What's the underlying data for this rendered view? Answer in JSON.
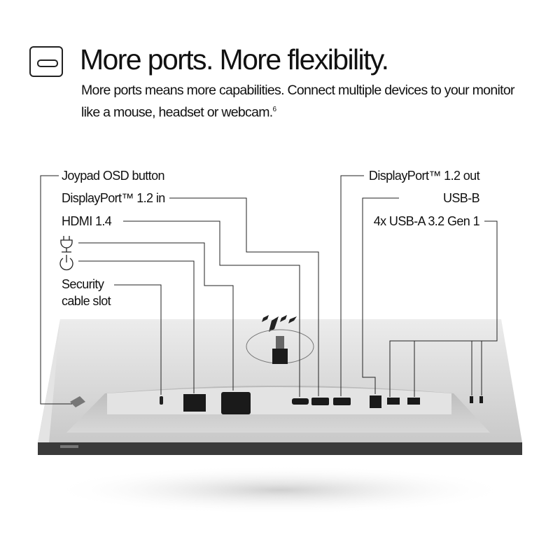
{
  "header": {
    "icon": "usb-c-port-icon",
    "title": "More ports. More flexibility.",
    "subtitle": "More ports means more capabilities. Connect multiple devices to your monitor like a mouse, headset or webcam.",
    "footnote": "6"
  },
  "labels": {
    "joypad": "Joypad OSD button",
    "dp_in": "DisplayPort™ 1.2 in",
    "hdmi": "HDMI 1.4",
    "power_input_icon": "power-plug-icon",
    "power_button_icon": "power-button-icon",
    "security_line1": "Security",
    "security_line2": "cable slot",
    "dp_out": "DisplayPort™ 1.2 out",
    "usb_b": "USB-B",
    "usb_a": "4x USB-A 3.2 Gen 1"
  },
  "colors": {
    "text": "#111111",
    "monitor_body": "#d6d6d6",
    "bezel": "#3a3a3a",
    "port": "#1a1a1a"
  }
}
